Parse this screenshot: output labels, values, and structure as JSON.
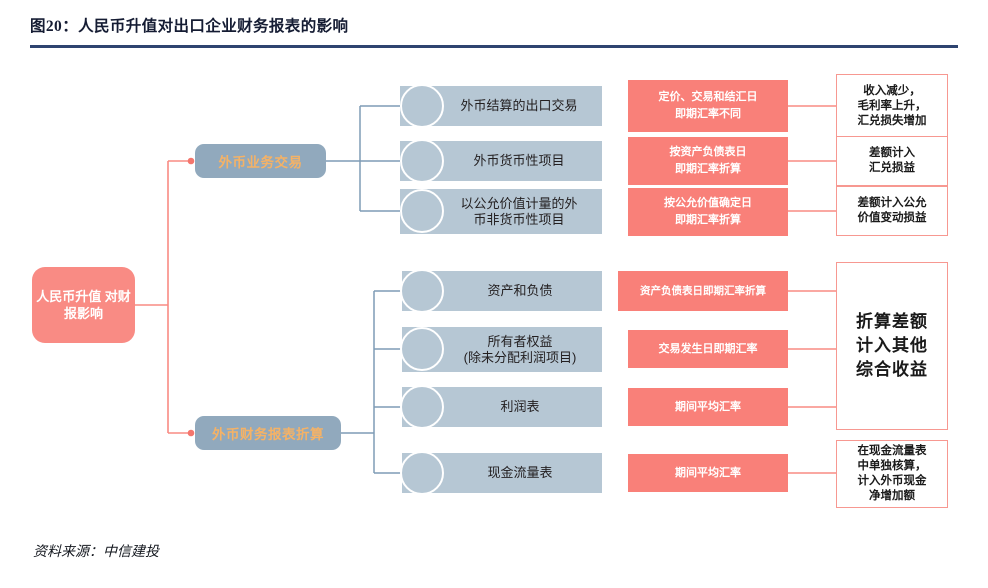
{
  "header": {
    "title": "图20：人民币升值对出口企业财务报表的影响"
  },
  "footer": {
    "source": "资料来源：中信建投"
  },
  "colors": {
    "title_rule": "#2e4470",
    "root_fill": "#f98b84",
    "branch_fill": "#91a9bd",
    "branch_text": "#f5b266",
    "item_fill": "#b6c7d4",
    "pink_fill": "#f98079",
    "outline_border": "#f79891",
    "link_blue": "#7f9cb5",
    "link_pink": "#f98b84"
  },
  "diagram": {
    "root": {
      "label": "人民币升值\n对财报影响"
    },
    "branches": [
      {
        "label": "外币业务交易"
      },
      {
        "label": "外币财务报表折算"
      }
    ],
    "rows": [
      {
        "item": "外币结算的出口交易",
        "rule": "定价、交易和结汇日\n即期汇率不同",
        "result": "收入减少，\n毛利率上升，\n汇兑损失增加"
      },
      {
        "item": "外币货币性项目",
        "rule": "按资产负债表日\n即期汇率折算",
        "result": "差额计入\n汇兑损益"
      },
      {
        "item": "以公允价值计量的外\n币非货币性项目",
        "rule": "按公允价值确定日\n即期汇率折算",
        "result": "差额计入公允\n价值变动损益"
      },
      {
        "item": "资产和负债",
        "rule": "资产负债表日即期汇率折算",
        "result": ""
      },
      {
        "item": "所有者权益\n(除未分配利润项目)",
        "rule": "交易发生日即期汇率",
        "result": ""
      },
      {
        "item": "利润表",
        "rule": "期间平均汇率",
        "result": ""
      },
      {
        "item": "现金流量表",
        "rule": "期间平均汇率",
        "result": "在现金流量表\n中单独核算，\n计入外币现金\n净增加额"
      }
    ],
    "merged_result": {
      "label": "折算差额\n计入其他\n综合收益"
    }
  }
}
